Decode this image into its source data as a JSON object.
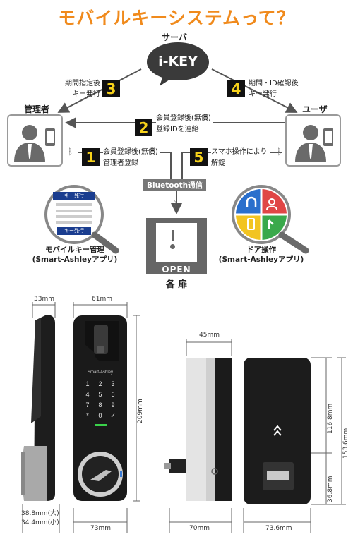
{
  "title": "モバイルキーシステムって？",
  "server": {
    "label": "サーバ",
    "cloud_text": "i-KEY"
  },
  "admin": {
    "label": "管理者"
  },
  "user": {
    "label": "ユーザ"
  },
  "steps": [
    {
      "num": "1",
      "line1": "会員登録後(無償)",
      "line2": "管理者登録"
    },
    {
      "num": "2",
      "line1": "会員登録後(無償)",
      "line2": "登録IDを連絡"
    },
    {
      "num": "3",
      "line1": "期間指定後",
      "line2": "キー発行"
    },
    {
      "num": "4",
      "line1": "期間・ID確認後",
      "line2": "キー発行"
    },
    {
      "num": "5",
      "line1": "スマホ操作により",
      "line2": "解錠"
    }
  ],
  "bluetooth": "Bluetooth通信",
  "door": {
    "open_label": "OPEN",
    "caption": "各 扉"
  },
  "app_left": {
    "line1": "モバイルキー管理",
    "line2": "(Smart-Ashleyアプリ)",
    "header": "キー発行",
    "button": "キー発行"
  },
  "app_right": {
    "line1": "ドア操作",
    "line2": "(Smart-Ashleyアプリ)"
  },
  "device_brand": "Smart-Ashley",
  "keypad": [
    "1",
    "2",
    "3",
    "4",
    "5",
    "6",
    "7",
    "8",
    "9",
    "*",
    "0",
    "✓"
  ],
  "dimensions": {
    "d33": "33mm",
    "d61": "61mm",
    "d209": "209mm",
    "d45": "45mm",
    "d116": "116.8mm",
    "d153": "153.6mm",
    "d36": "36.8mm",
    "d38": "38.8mm(大)",
    "d34": "34.4mm(小)",
    "d73": "73mm",
    "d70": "70mm",
    "d736": "73.6mm"
  },
  "colors": {
    "title": "#f08a1c",
    "step_bg": "#111111",
    "step_fg": "#f7d21a",
    "app_blue": "#1a3d8f"
  }
}
